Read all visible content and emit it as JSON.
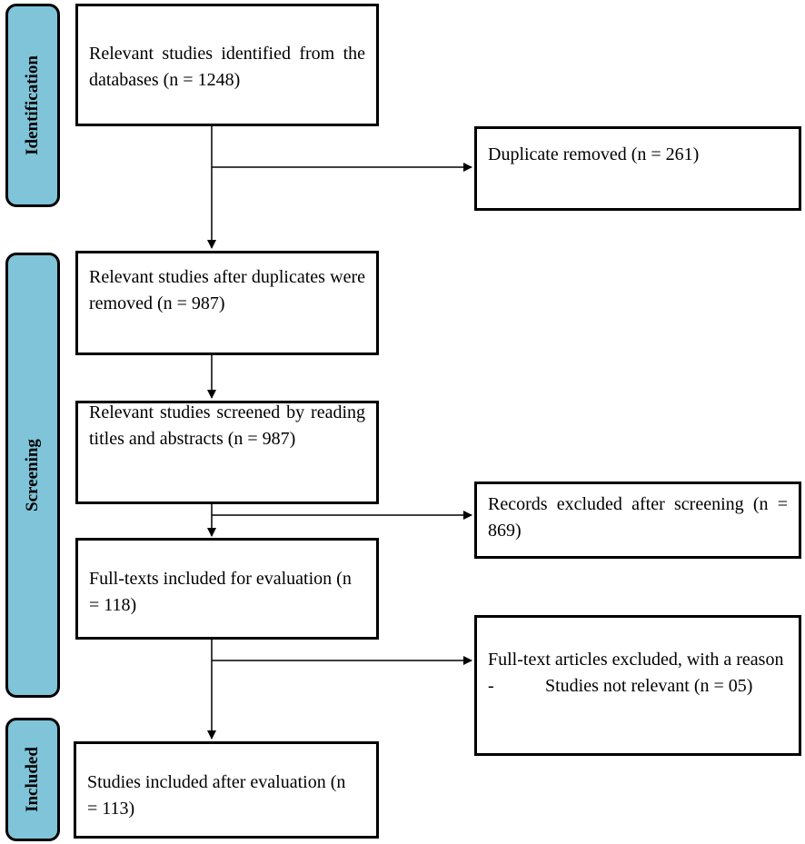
{
  "stages": {
    "identification": "Identification",
    "screening": "Screening",
    "included": "Included"
  },
  "boxes": {
    "identified": "Relevant studies identified from the databases (n = 1248)",
    "duplicates_removed": "Duplicate removed (n = 261)",
    "after_duplicates": "Relevant studies after duplicates were removed (n = 987)",
    "screened": "Relevant studies screened by reading titles and abstracts (n = 987)",
    "excluded_screening": "Records excluded after screening (n = 869)",
    "fulltext_evaluation": "Full-texts included for evaluation (n = 118)",
    "fulltext_excluded": "Full-text articles excluded, with a reason",
    "fulltext_excluded_dash": "-",
    "fulltext_excluded_item": "Studies not relevant (n = 05)",
    "included_final": "Studies included after evaluation (n = 113)"
  },
  "colors": {
    "stage_fill": "#7fc4d9",
    "line": "#000000"
  }
}
